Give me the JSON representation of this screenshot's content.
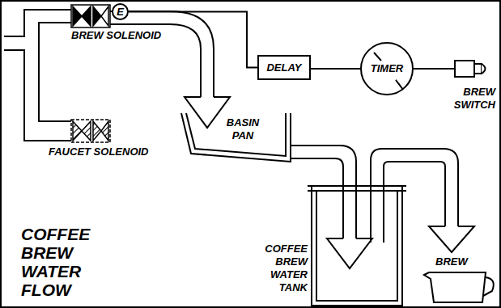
{
  "diagram": {
    "title": "COFFEE BREW WATER FLOW",
    "nodes": [
      {
        "text": [
          "E"
        ]
      },
      {
        "text": [
          "DELAY"
        ]
      },
      {
        "text": [
          "TIMER"
        ]
      },
      {
        "text": [
          "BASIN PAN"
        ]
      }
    ],
    "edges": [
      {
        "from": 0,
        "to": 1,
        "arrow": "none"
      },
      {
        "from": 1,
        "to": 2,
        "arrow": "none"
      }
    ],
    "labels": [
      "BREW SOLENOID",
      "FAUCET SOLENOID",
      "BREW SWITCH",
      "COFFEE BREW WATER TANK",
      "BREW"
    ]
  }
}
